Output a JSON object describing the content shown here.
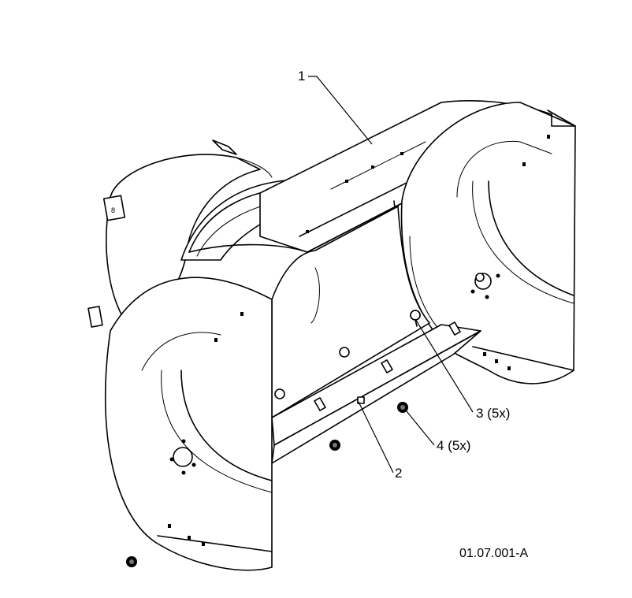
{
  "callouts": {
    "c1": "1",
    "c2": "2",
    "c3": "3 (5x)",
    "c4": "4 (5x)"
  },
  "reference": "01.07.001-A"
}
